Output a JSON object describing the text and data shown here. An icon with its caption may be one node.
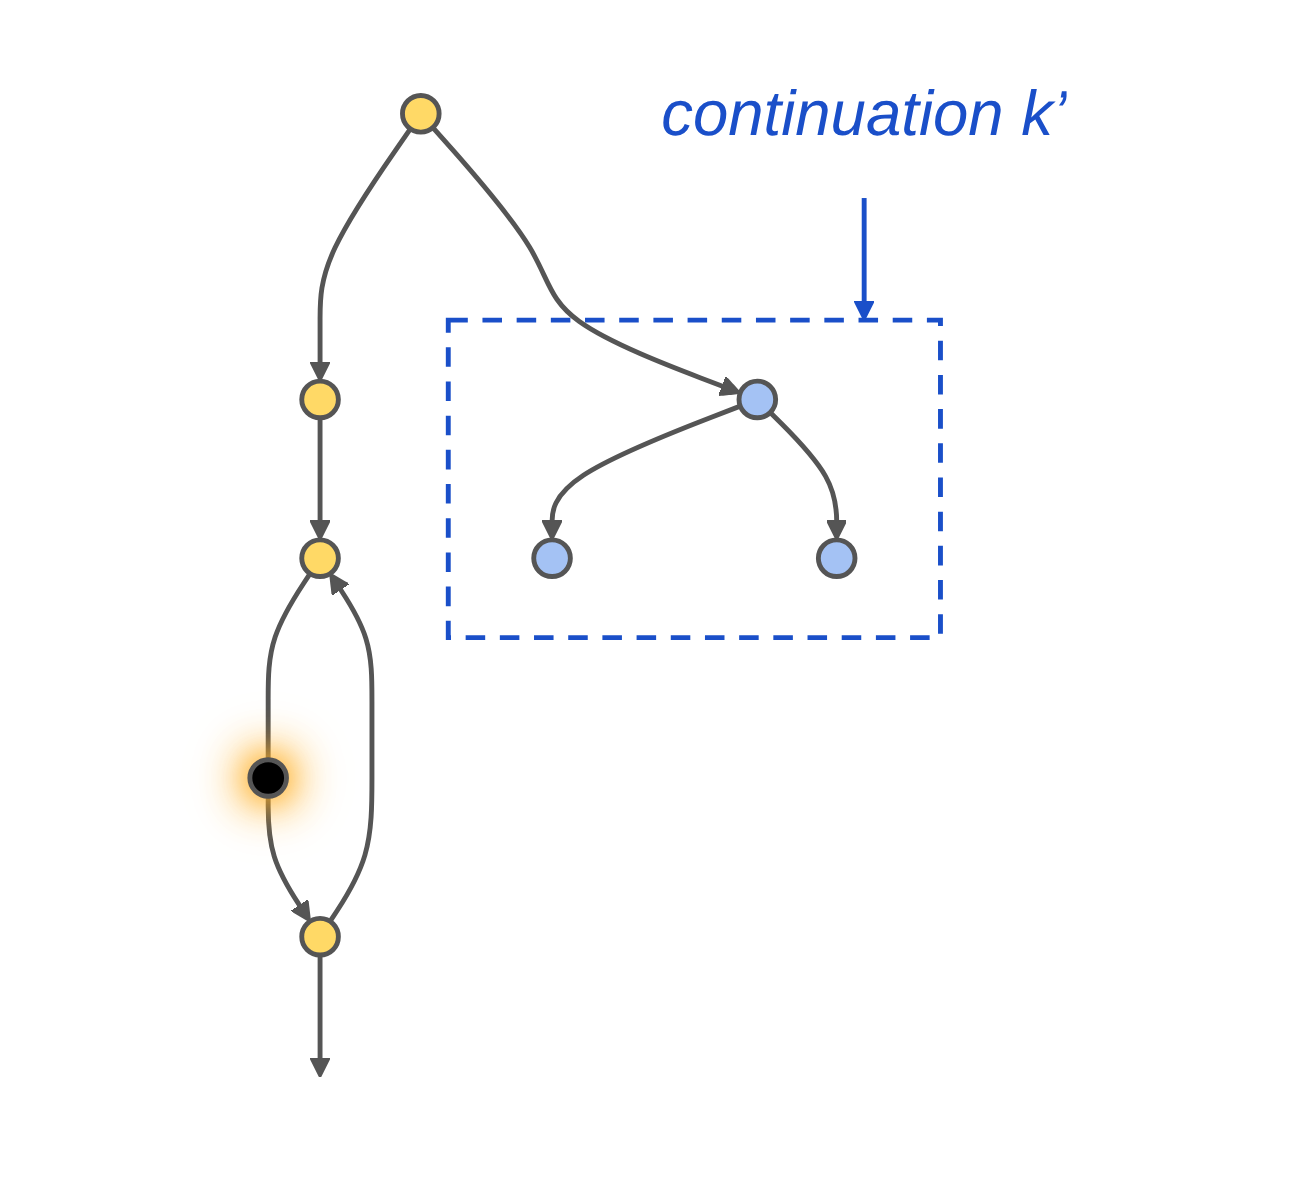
{
  "diagram": {
    "nodes": [
      {
        "text": [],
        "shape": "circle"
      },
      {
        "text": [],
        "shape": "circle"
      },
      {
        "text": [],
        "shape": "box"
      },
      {
        "text": [],
        "shape": "circle",
        "in": 2
      },
      {
        "text": [],
        "shape": "circle",
        "in": 2
      },
      {
        "text": [],
        "shape": "circle",
        "in": 2
      },
      {
        "text": [],
        "shape": "circle"
      },
      {
        "text": [],
        "shape": "circle"
      },
      {
        "text": [],
        "shape": "circle"
      },
      {
        "text": [
          "continuation k’"
        ]
      }
    ],
    "edges": [
      {
        "from": 0,
        "to": 1,
        "arrow": "to"
      },
      {
        "from": 0,
        "to": 3,
        "arrow": "to"
      },
      {
        "from": 3,
        "to": 4,
        "arrow": "to"
      },
      {
        "from": 3,
        "to": 5,
        "arrow": "to"
      },
      {
        "from": 1,
        "to": 6,
        "arrow": "to"
      },
      {
        "from": 6,
        "to": 7,
        "arrow": "none"
      },
      {
        "from": 7,
        "to": 8,
        "arrow": "to"
      },
      {
        "from": 8,
        "to": 6,
        "arrow": "to"
      },
      {
        "from": 8,
        "to": null,
        "arrow": "to"
      },
      {
        "from": 9,
        "to": 2,
        "arrow": "to",
        "color": "#1a4fc9"
      }
    ]
  }
}
